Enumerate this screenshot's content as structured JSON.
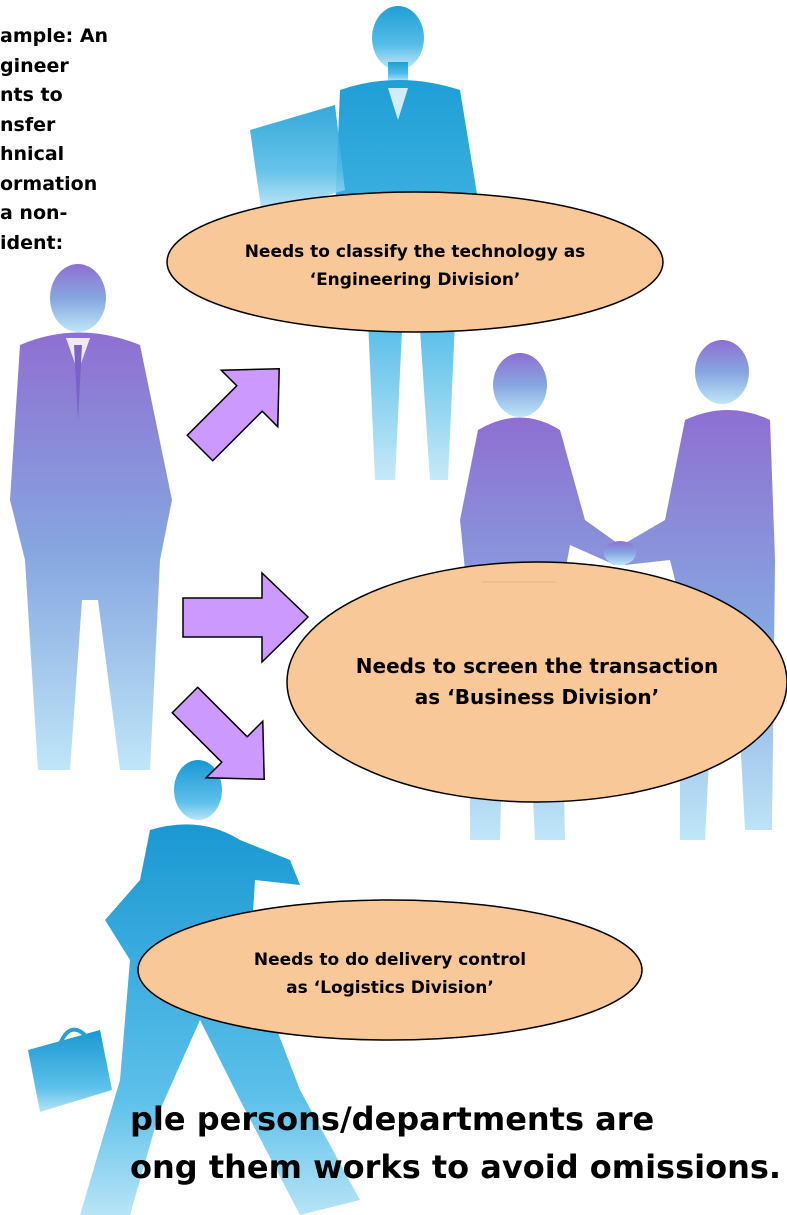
{
  "intro": {
    "text": "ample: An\ngineer\nnts to\nnsfer\nhnical\normation\na non-\nident:"
  },
  "divisions": [
    {
      "label": "Needs to classify the technology as\n‘Engineering Division’"
    },
    {
      "label": "Needs to screen the transaction\nas ‘Business Division’"
    },
    {
      "label": "Needs to do delivery control\nas ‘Logistics Division’"
    }
  ],
  "footer": {
    "line1": "ple persons/departments are",
    "line2": "ong them works to avoid omissions."
  },
  "colors": {
    "ellipse_fill": "#f8c898",
    "ellipse_stroke": "#000000",
    "arrow_fill": "#cc99ff",
    "arrow_stroke": "#000000",
    "figure_blue": "#2aa3d8",
    "figure_purple": "#8f7fd6"
  }
}
